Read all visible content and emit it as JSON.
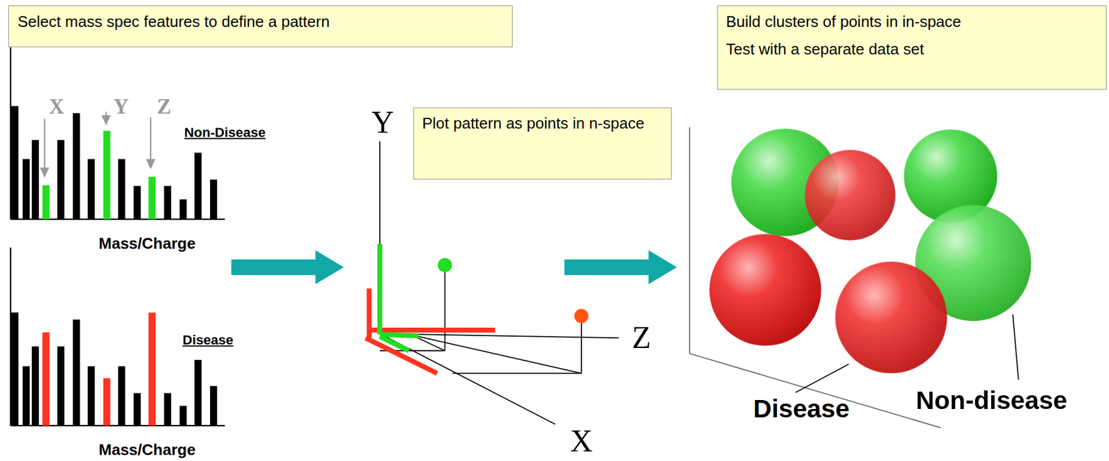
{
  "diagram": {
    "nodes": [
      {
        "text": [
          "Select mass spec features to define a pattern"
        ]
      },
      {
        "text": [
          "Plot pattern as points in n-space"
        ]
      },
      {
        "text": [
          "Build clusters of points in in-space",
          "Test with a separate data set"
        ]
      }
    ],
    "labels": [
      "X",
      "Y",
      "Z",
      "Non-Disease",
      "Mass/Charge",
      "Disease",
      "Mass/Charge",
      "Y",
      "Z",
      "X",
      "Disease",
      "Non-disease"
    ]
  }
}
